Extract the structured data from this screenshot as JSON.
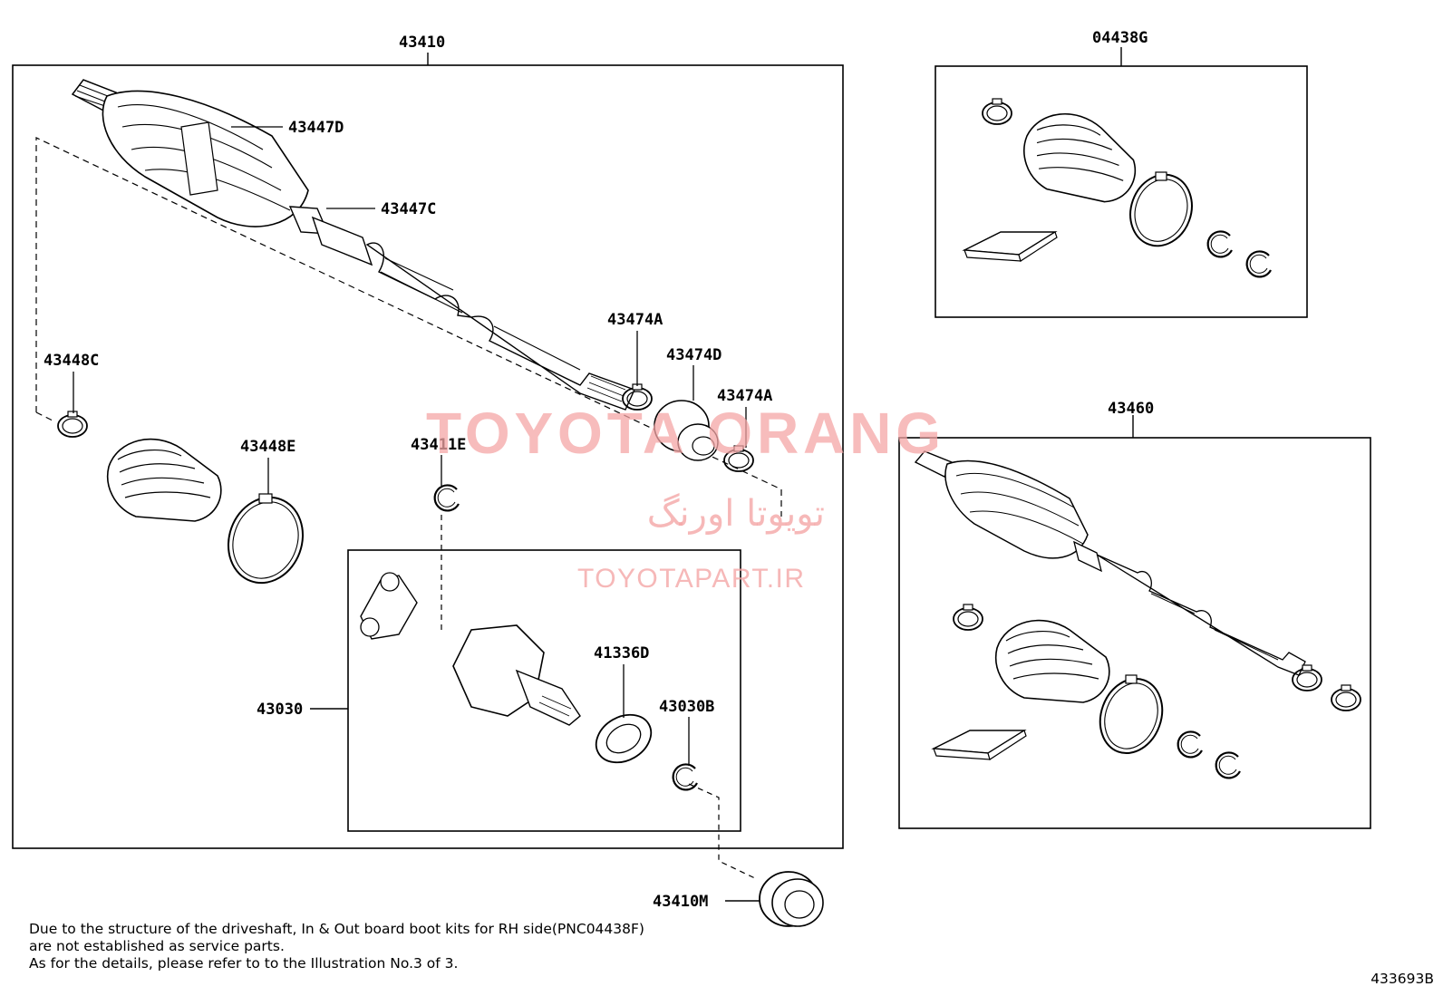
{
  "labels": {
    "p43410": "43410",
    "p43447D": "43447D",
    "p43447C": "43447C",
    "p43448C": "43448C",
    "p43448E": "43448E",
    "p43474A_top": "43474A",
    "p43474D": "43474D",
    "p43474A_right": "43474A",
    "p43411E": "43411E",
    "p43030": "43030",
    "p41336D": "41336D",
    "p43030B": "43030B",
    "p43410M": "43410M",
    "p04438G": "04438G",
    "p43460": "43460"
  },
  "watermark": {
    "brand": "TOYOTA ORANG",
    "persian": "تویوتا اورنگ",
    "url": "TOYOTAPART.IR"
  },
  "note": {
    "line1": "Due to the structure of the driveshaft, In & Out board  boot kits for RH side(PNC04438F)",
    "line2": "are not established as service parts.",
    "line3": "As for the details, please refer to to the Illustration No.3 of 3."
  },
  "figure_number": "433693B"
}
